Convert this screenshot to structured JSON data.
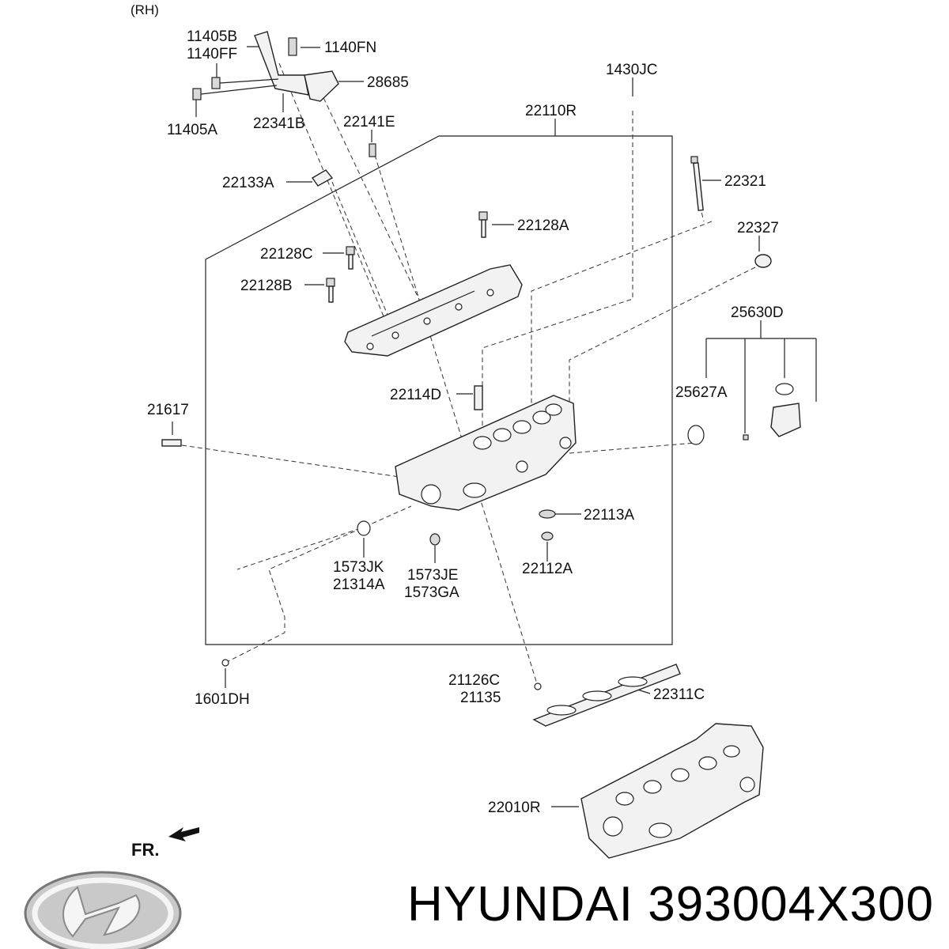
{
  "diagram": {
    "side_note": "(RH)",
    "labels": {
      "p11405B": "11405B",
      "p1140FF": "1140FF",
      "p1140FN": "1140FN",
      "p28685": "28685",
      "p11405A": "11405A",
      "p22341B": "22341B",
      "p1430JC": "1430JC",
      "p22141E": "22141E",
      "p22110R": "22110R",
      "p22133A": "22133A",
      "p22321": "22321",
      "p22128A": "22128A",
      "p22327": "22327",
      "p22128C": "22128C",
      "p22128B": "22128B",
      "p25630D": "25630D",
      "p22114D": "22114D",
      "p25627A": "25627A",
      "p21617": "21617",
      "p22113A": "22113A",
      "p1573JK": "1573JK",
      "p21314A": "21314A",
      "p1573JE": "1573JE",
      "p1573GA": "1573GA",
      "p22112A": "22112A",
      "p21126C": "21126C",
      "p21135": "21135",
      "p1601DH": "1601DH",
      "p22311C": "22311C",
      "p22010R": "22010R"
    },
    "direction_label": "FR."
  },
  "brand": {
    "text": "HYUNDAI 393004X300",
    "logo": "hyundai-logo"
  }
}
